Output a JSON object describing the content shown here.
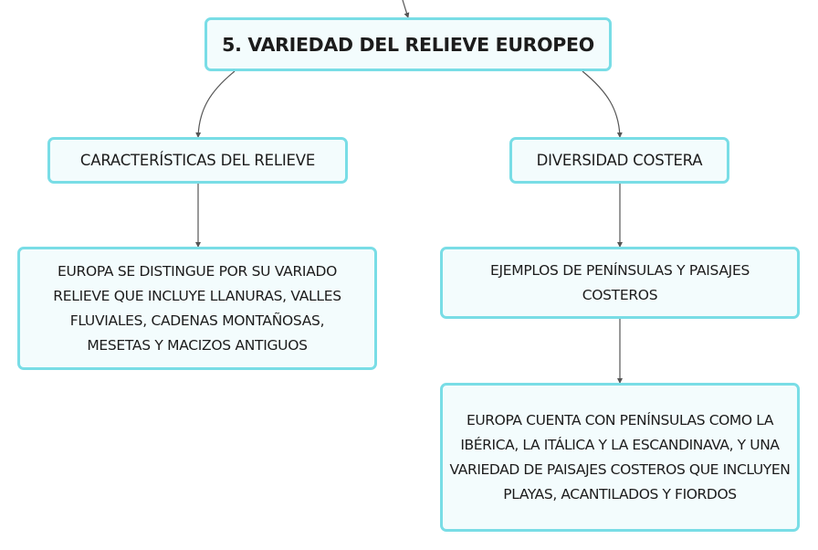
{
  "diagram": {
    "root": {
      "label": "5. VARIEDAD DEL RELIEVE EUROPEO"
    },
    "left_branch": {
      "label": "CARACTERÍSTICAS DEL RELIEVE",
      "description": "EUROPA SE DISTINGUE POR SU VARIADO RELIEVE QUE INCLUYE LLANURAS, VALLES FLUVIALES, CADENAS MONTAÑOSAS, MESETAS Y MACIZOS ANTIGUOS"
    },
    "right_branch": {
      "label": "DIVERSIDAD COSTERA",
      "child": "EJEMPLOS DE PENÍNSULAS Y PAISAJES COSTEROS",
      "description": "EUROPA CUENTA CON PENÍNSULAS COMO LA IBÉRICA, LA ITÁLICA Y LA ESCANDINAVA, Y UNA VARIEDAD DE PAISAJES COSTEROS QUE INCLUYEN PLAYAS, ACANTILADOS Y FIORDOS"
    },
    "colors": {
      "node_border": "#79dde6",
      "node_fill": "#f3fcfd",
      "connector": "#555555",
      "text": "#1c1c1c"
    }
  }
}
